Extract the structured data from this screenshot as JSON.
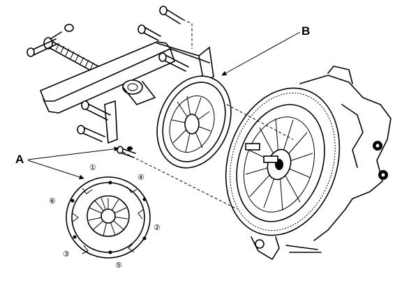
{
  "callouts": {
    "a": "A",
    "b": "B"
  },
  "bolt_sequence": [
    "①",
    "④",
    "②",
    "⑤",
    "③",
    "⑥"
  ]
}
